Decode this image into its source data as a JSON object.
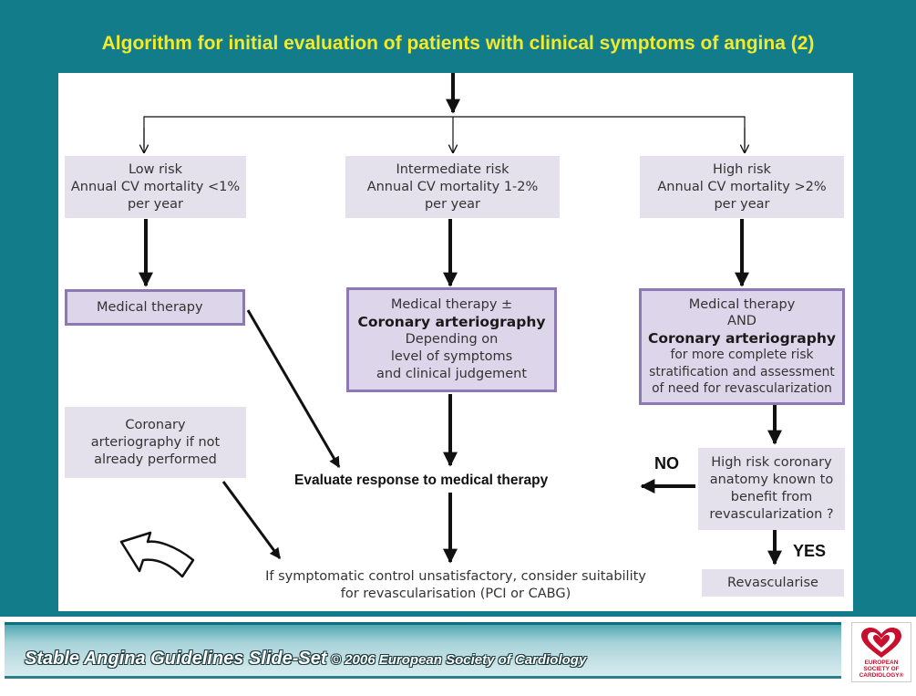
{
  "title": "Algorithm for initial evaluation of patients with clinical symptoms of angina (2)",
  "boxes": {
    "low_risk": [
      "Low risk",
      "Annual CV mortality <1%",
      "per year"
    ],
    "intermediate_risk": [
      "Intermediate risk",
      "Annual CV mortality 1-2%",
      "per year"
    ],
    "high_risk": [
      "High risk",
      "Annual CV mortality >2%",
      "per year"
    ],
    "low_therapy": "Medical therapy",
    "intermediate_therapy": {
      "line1": "Medical therapy ±",
      "bold": "Coronary arteriography",
      "rest": [
        "Depending on",
        "level of symptoms",
        "and clinical judgement"
      ]
    },
    "high_therapy": {
      "line1": "Medical therapy",
      "line2": "AND",
      "bold": "Coronary arteriography",
      "rest": [
        "for more complete risk",
        "stratification and assessment",
        "of need for revascularization"
      ]
    },
    "arteriography_if_not": [
      "Coronary",
      "arteriography if not",
      "already performed"
    ],
    "high_risk_anatomy": [
      "High risk coronary",
      "anatomy known to",
      "benefit from",
      "revascularization ?"
    ],
    "revascularise": "Revascularise"
  },
  "labels": {
    "evaluate": "Evaluate response to medical therapy",
    "no": "NO",
    "yes": "YES",
    "final": [
      "If symptomatic control unsatisfactory, consider suitability",
      "for revascularisation (PCI or CABG)"
    ]
  },
  "footer": {
    "main": "Stable Angina Guidelines Slide-Set",
    "copyright": "© 2006 European Society of Cardiology"
  },
  "logo": {
    "text": "EUROPEAN\nSOCIETY OF\nCARDIOLOGY®",
    "color": "#c8102e",
    "icon": "heart-icon"
  },
  "colors": {
    "background": "#137c8a",
    "title": "#f2ea2c",
    "box_fill": "#e4e0ec",
    "box_border": "#8c79b3"
  }
}
